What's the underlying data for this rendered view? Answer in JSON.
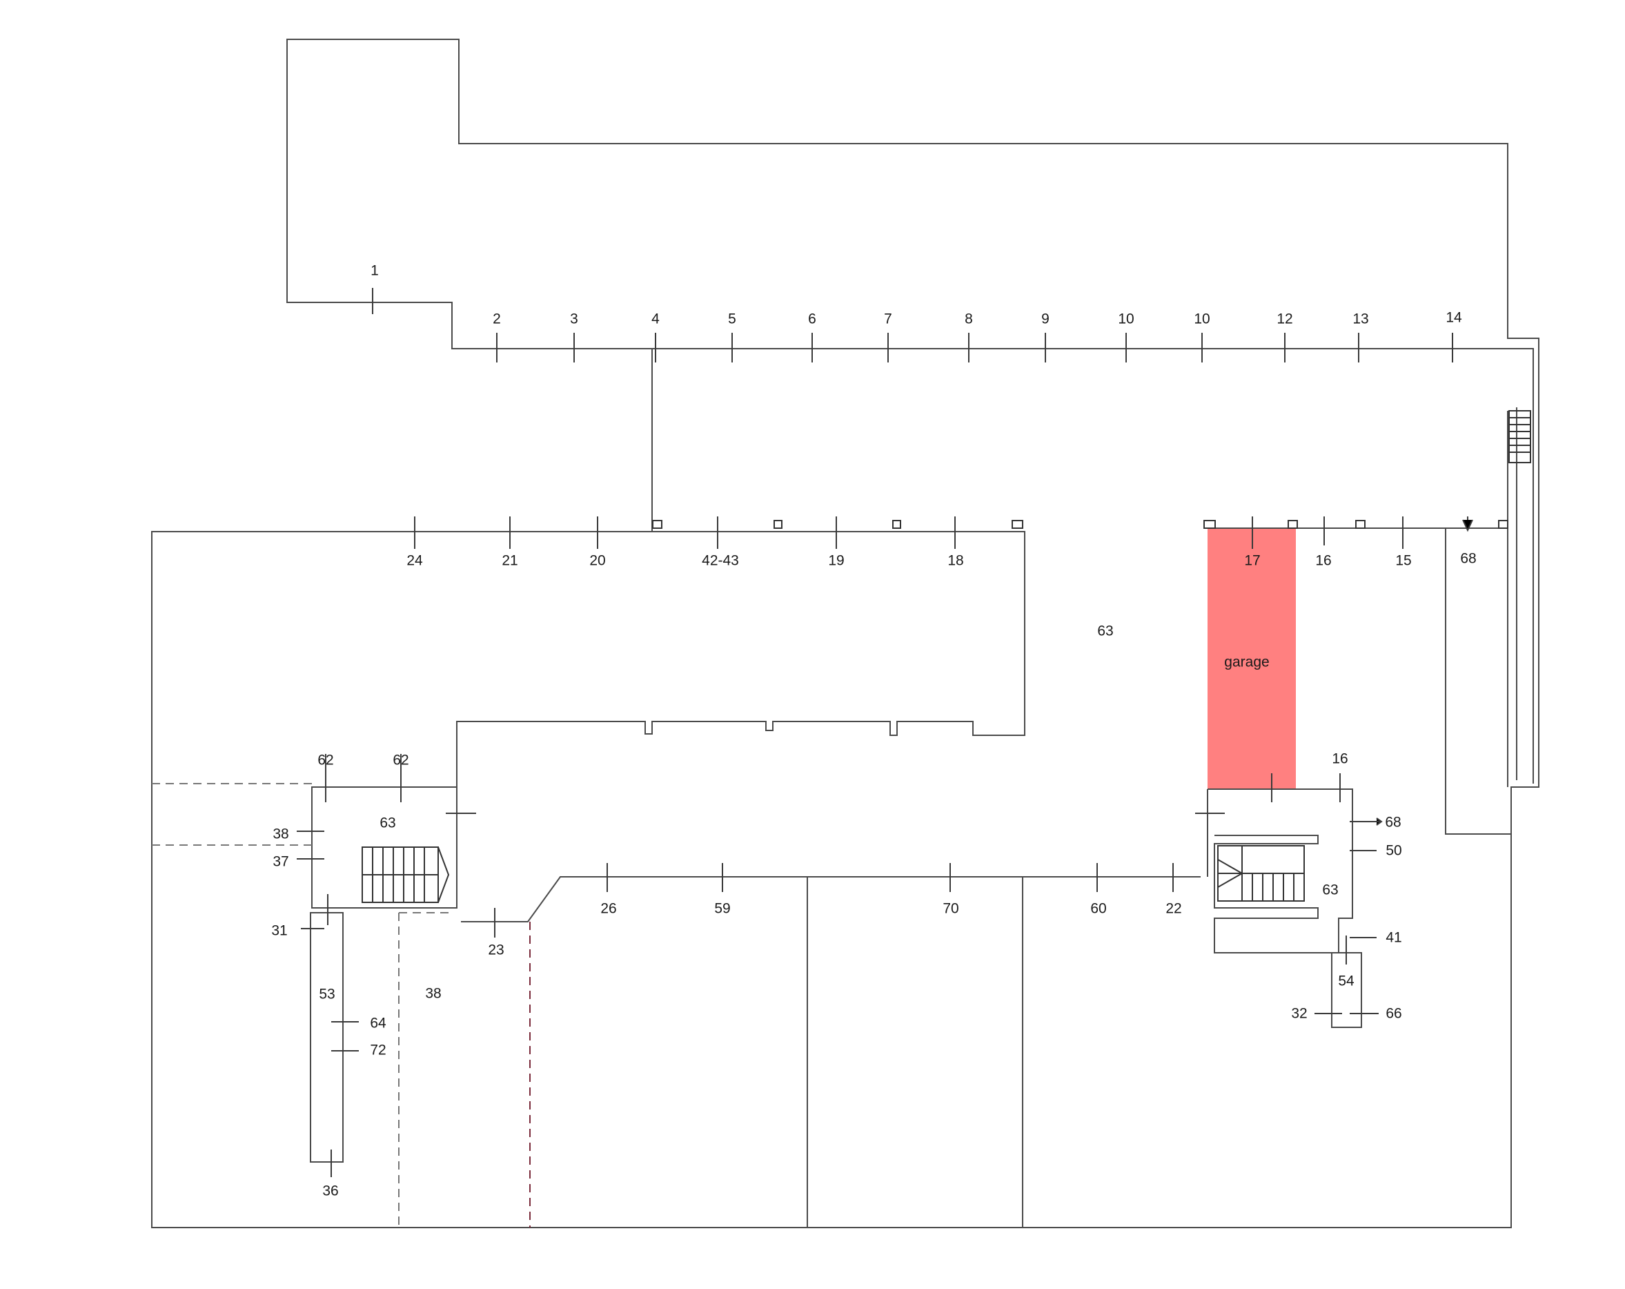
{
  "highlight": {
    "color": "#ff8080",
    "label": "garage"
  },
  "labels": {
    "l1": "1",
    "l2": "2",
    "l3": "3",
    "l4": "4",
    "l5": "5",
    "l6": "6",
    "l7": "7",
    "l8": "8",
    "l9": "9",
    "l10a": "10",
    "l10b": "10",
    "l12": "12",
    "l13": "13",
    "l14": "14",
    "l24": "24",
    "l21": "21",
    "l20": "20",
    "l4243": "42-43",
    "l19": "19",
    "l18": "18",
    "l17": "17",
    "l16top": "16",
    "l15": "15",
    "l68top": "68",
    "l63center": "63",
    "l62a": "62",
    "l62b": "62",
    "l63left": "63",
    "l38a": "38",
    "l37": "37",
    "l31": "31",
    "l53": "53",
    "l38b": "38",
    "l64": "64",
    "l72": "72",
    "l36": "36",
    "l23": "23",
    "l26": "26",
    "l59": "59",
    "l70": "70",
    "l60": "60",
    "l22": "22",
    "l16right": "16",
    "l68right": "68",
    "l50": "50",
    "l63right": "63",
    "l41": "41",
    "l54": "54",
    "l32": "32",
    "l66": "66"
  }
}
